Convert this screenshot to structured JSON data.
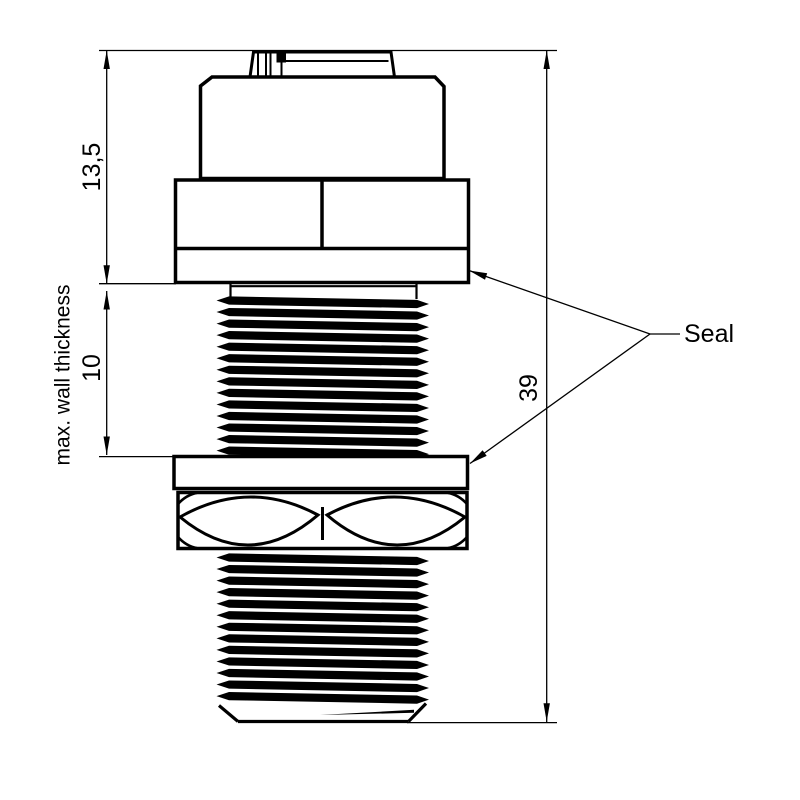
{
  "drawing": {
    "type": "technical-drawing",
    "subject": "threaded bulkhead connector side view",
    "colors": {
      "line": "#000000",
      "background": "#ffffff"
    },
    "dimensions": {
      "head_height": "13,5",
      "wall_thickness_value": "10",
      "wall_thickness_label": "max. wall thickness",
      "overall_length": "39"
    },
    "callouts": {
      "seal": "Seal"
    }
  }
}
